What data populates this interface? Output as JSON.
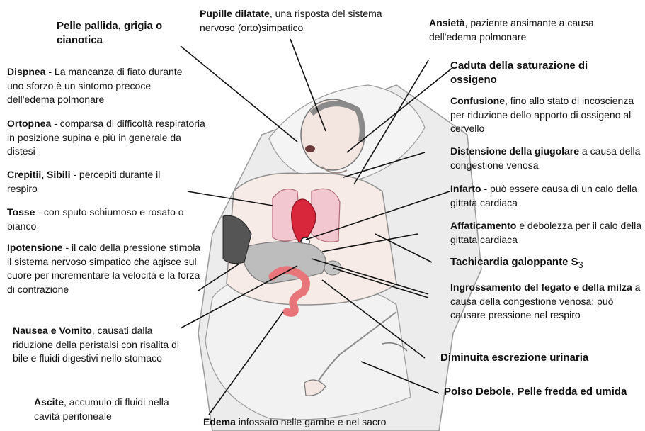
{
  "labels": {
    "pelle": {
      "title": "Pelle pallida, grigia o cianotica",
      "text": ""
    },
    "pupille": {
      "title": "Pupille dilatate",
      "text": ", una risposta del sistema nervoso (orto)simpatico"
    },
    "ansieta": {
      "title": "Ansietà",
      "text": ", paziente ansimante a causa dell'edema polmonare"
    },
    "dispnea": {
      "title": "Dispnea",
      "text": " - La mancanza di fiato durante uno sforzo è un sintomo precoce dell'edema polmonare"
    },
    "ortopnea": {
      "title": "Ortopnea",
      "text": " - comparsa di difficoltà respiratoria in posizione supina e più in generale da distesi"
    },
    "crepitii": {
      "title": "Crepitii, Sibili",
      "text": " - percepiti durante il respiro"
    },
    "tosse": {
      "title": "Tosse",
      "text": " - con sputo schiumoso e rosato o bianco"
    },
    "ipotensione": {
      "title": "Ipotensione",
      "text": " - il calo della pressione stimola il sistema nervoso simpatico che agisce sul cuore per incrementare la velocità e la forza di contrazione"
    },
    "nausea": {
      "title": "Nausea e Vomito",
      "text": ", causati dalla riduzione della peristalsi con risalita di bile e fluidi digestivi nello stomaco"
    },
    "ascite": {
      "title": "Ascite",
      "text": ", accumulo di fluidi nella cavità peritoneale"
    },
    "edema": {
      "title": "Edema",
      "text": " infossato nelle gambe e nel sacro"
    },
    "caduta": {
      "title": "Caduta della saturazione di ossigeno",
      "text": ""
    },
    "confusione": {
      "title": "Confusione",
      "text": ", fino allo stato di incoscienza per riduzione dello apporto di ossigeno al cervello"
    },
    "giugolare": {
      "title": "Distensione della giugolare",
      "text": " a causa della congestione venosa"
    },
    "infarto": {
      "title": "Infarto",
      "text": " - può essere causa di un calo della gittata cardiaca"
    },
    "affaticamento": {
      "title": "Affaticamento",
      "text": " e debolezza per il calo della gittata cardiaca"
    },
    "tachicardia": {
      "title": "Tachicardia galoppante S",
      "sub": "3",
      "text": ""
    },
    "fegato": {
      "title": "Ingrossamento del fegato e della milza",
      "text": " a causa della congestione venosa; può causare pressione nel respiro"
    },
    "urinaria": {
      "title": "Diminuita escrezione urinaria",
      "text": ""
    },
    "polso": {
      "title": "Polso Debole, Pelle fredda ed umida",
      "text": ""
    }
  },
  "colors": {
    "heart": "#d8263a",
    "lungs": "#f2c7d0",
    "intestine": "#e8757a",
    "liver": "#b8b8b8",
    "skin": "#f5e9e4",
    "sheet": "#ededed",
    "lines": "#111111"
  }
}
